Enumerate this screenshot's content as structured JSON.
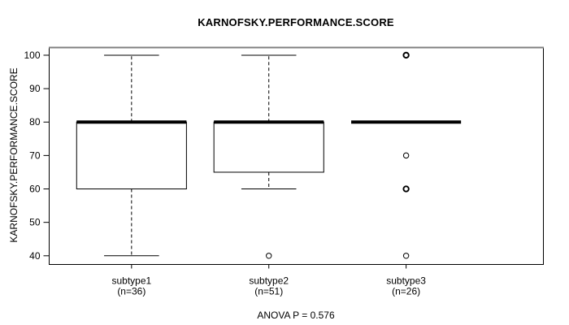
{
  "chart_data": {
    "type": "boxplot",
    "title": "KARNOFSKY.PERFORMANCE.SCORE",
    "ylabel": "KARNOFSKY.PERFORMANCE.SCORE",
    "footer": "ANOVA P = 0.576",
    "yticks": [
      40,
      50,
      60,
      70,
      80,
      90,
      100
    ],
    "ylim": [
      37.4,
      102.3
    ],
    "grid": false,
    "legend": null,
    "colors": {
      "line": "#000000",
      "frame_top": "#808080",
      "background": "#ffffff"
    },
    "groups": [
      {
        "label": "subtype1",
        "sublabel": "(n=36)",
        "stats": {
          "min": 40,
          "q1": 60,
          "median": 80,
          "q3": 80,
          "max": 100
        },
        "outliers": []
      },
      {
        "label": "subtype2",
        "sublabel": "(n=51)",
        "stats": {
          "min": 60,
          "q1": 65,
          "median": 80,
          "q3": 80,
          "max": 100
        },
        "outliers": [
          {
            "value": 40,
            "bold": false
          }
        ]
      },
      {
        "label": "subtype3",
        "sublabel": "(n=26)",
        "stats": {
          "min": 80,
          "q1": 80,
          "median": 80,
          "q3": 80,
          "max": 80
        },
        "outliers": [
          {
            "value": 100,
            "bold": true
          },
          {
            "value": 70,
            "bold": false
          },
          {
            "value": 60,
            "bold": true
          },
          {
            "value": 40,
            "bold": false
          }
        ]
      }
    ]
  }
}
